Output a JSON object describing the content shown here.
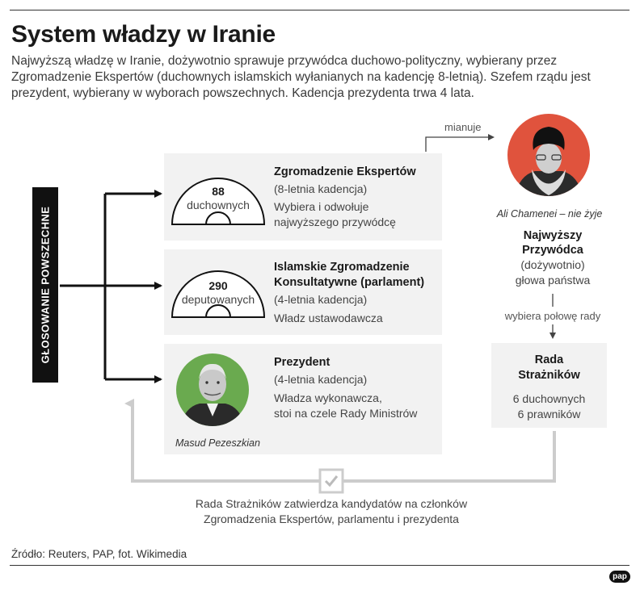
{
  "title": "System władzy w Iranie",
  "intro": "Najwyższą władzę w Iranie, dożywotnio sprawuje przywódca duchowo-polityczny, wybierany przez Zgromadzenie Ekspertów (duchownych islamskich wyłanianych na kadencję 8-letnią). Szefem rządu jest prezydent, wybierany w wyborach powszechnych. Kadencja prezydenta trwa 4 lata.",
  "vote_label": "GŁOSOWANIE POWSZECHNE",
  "experts": {
    "count": "88",
    "count_label": "duchownych",
    "title": "Zgromadzenie Ekspertów",
    "term": "(8-letnia kadencja)",
    "desc_1": "Wybiera i odwołuje",
    "desc_2": "najwyższego przywódcę"
  },
  "parliament": {
    "count": "290",
    "count_label": "deputowanych",
    "title_1": "Islamskie Zgromadzenie",
    "title_2": "Konsultatywne (parlament)",
    "term": "(4-letnia kadencja)",
    "desc": "Władz ustawodawcza"
  },
  "president": {
    "title": "Prezydent",
    "term": "(4-letnia kadencja)",
    "desc_1": "Władza wykonawcza,",
    "desc_2": "stoi na czele Rady Ministrów",
    "photo_caption": "Masud Pezeszkian"
  },
  "leader": {
    "photo_caption": "Ali Chamenei – nie żyje",
    "title_1": "Najwyższy",
    "title_2": "Przywódca",
    "term": "(dożywotnio)",
    "desc": "głowa państwa"
  },
  "council": {
    "title_1": "Rada",
    "title_2": "Strażników",
    "desc_1": "6 duchownych",
    "desc_2": "6 prawników"
  },
  "arrows": {
    "appoints": "mianuje",
    "elects_half": "wybiera połowę rady"
  },
  "approval": {
    "line_1": "Rada Strażników zatwierdza kandydatów na członków",
    "line_2": "Zgromadzenia Ekspertów, parlamentu i prezydenta"
  },
  "source": "Źródło: Reuters, PAP, fot. Wikimedia",
  "logo": "pap",
  "colors": {
    "president_photo_bg": "#6aaa4f",
    "leader_photo_bg": "#e0533d",
    "panel_bg": "#f2f2f2",
    "approval_line": "#cccccc"
  }
}
